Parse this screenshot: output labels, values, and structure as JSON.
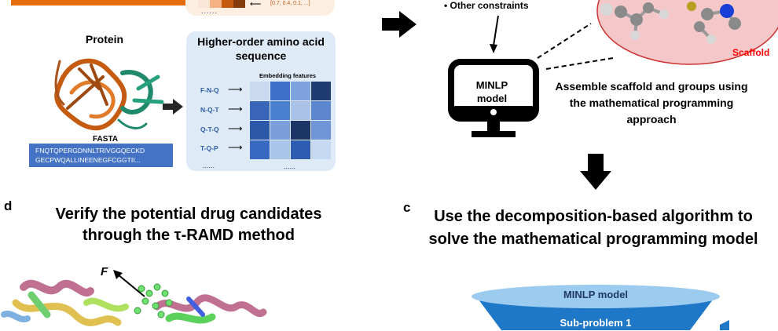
{
  "panel_a": {
    "embedding_vector": "[0.7, 0.4, 0.1, ...]",
    "tiny_dots": "......",
    "protein_title": "Protein",
    "fasta_title": "FASTA",
    "fasta_lines": [
      "FNQTQPERGDNNLTRIVGGQECKD",
      "GECPWQALLINEENEGFCGGTII..."
    ],
    "hoa_title": "Higher-order amino acid sequence",
    "embedding_label": "Embedding features",
    "sequences": [
      "F-N-Q",
      "N-Q-T",
      "Q-T-Q",
      "T-Q-P"
    ],
    "dots_left": "......",
    "dots_mid": "......",
    "colors": {
      "orange": "#e46c0a",
      "fasta_blue": "#4472c4",
      "panel_blue": "#deebf7",
      "grid": [
        [
          "#c9d9f0",
          "#3f6fc7",
          "#7ea3dc",
          "#1f3b72"
        ],
        [
          "#3a66b8",
          "#4b7fd0",
          "#aac2e8",
          "#5c86cf"
        ],
        [
          "#2d58a8",
          "#7a9fdb",
          "#1d3566",
          "#6f95d6"
        ],
        [
          "#3968c0",
          "#aac4ea",
          "#2e5cb0",
          "#c7d8f1"
        ]
      ]
    }
  },
  "panel_b": {
    "other_constraints": "• Other constraints",
    "scaffold": "Scaffold",
    "screen_label": [
      "MINLP",
      "model"
    ],
    "assemble_text": "Assemble scaffold and groups using the mathematical programming approach"
  },
  "panel_c": {
    "label": "c",
    "title": "Use the decomposition-based algorithm to solve the mathematical programming model",
    "funnel_top": "MINLP model",
    "funnel_sub": "Sub-problem 1"
  },
  "panel_d": {
    "label": "d",
    "title": "Verify the potential drug candidates through the τ-RAMD method",
    "force": "F"
  }
}
